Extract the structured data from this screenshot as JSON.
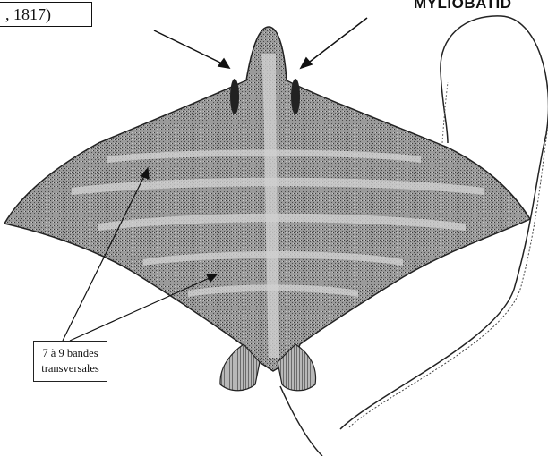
{
  "citation": ", 1817)",
  "family_label": "MYLIOBATID",
  "annotation": {
    "line1": "7 à 9 bandes",
    "line2": "transversales"
  },
  "colors": {
    "ink": "#111111",
    "body_fill": "#8d8d8d",
    "background": "#ffffff"
  }
}
